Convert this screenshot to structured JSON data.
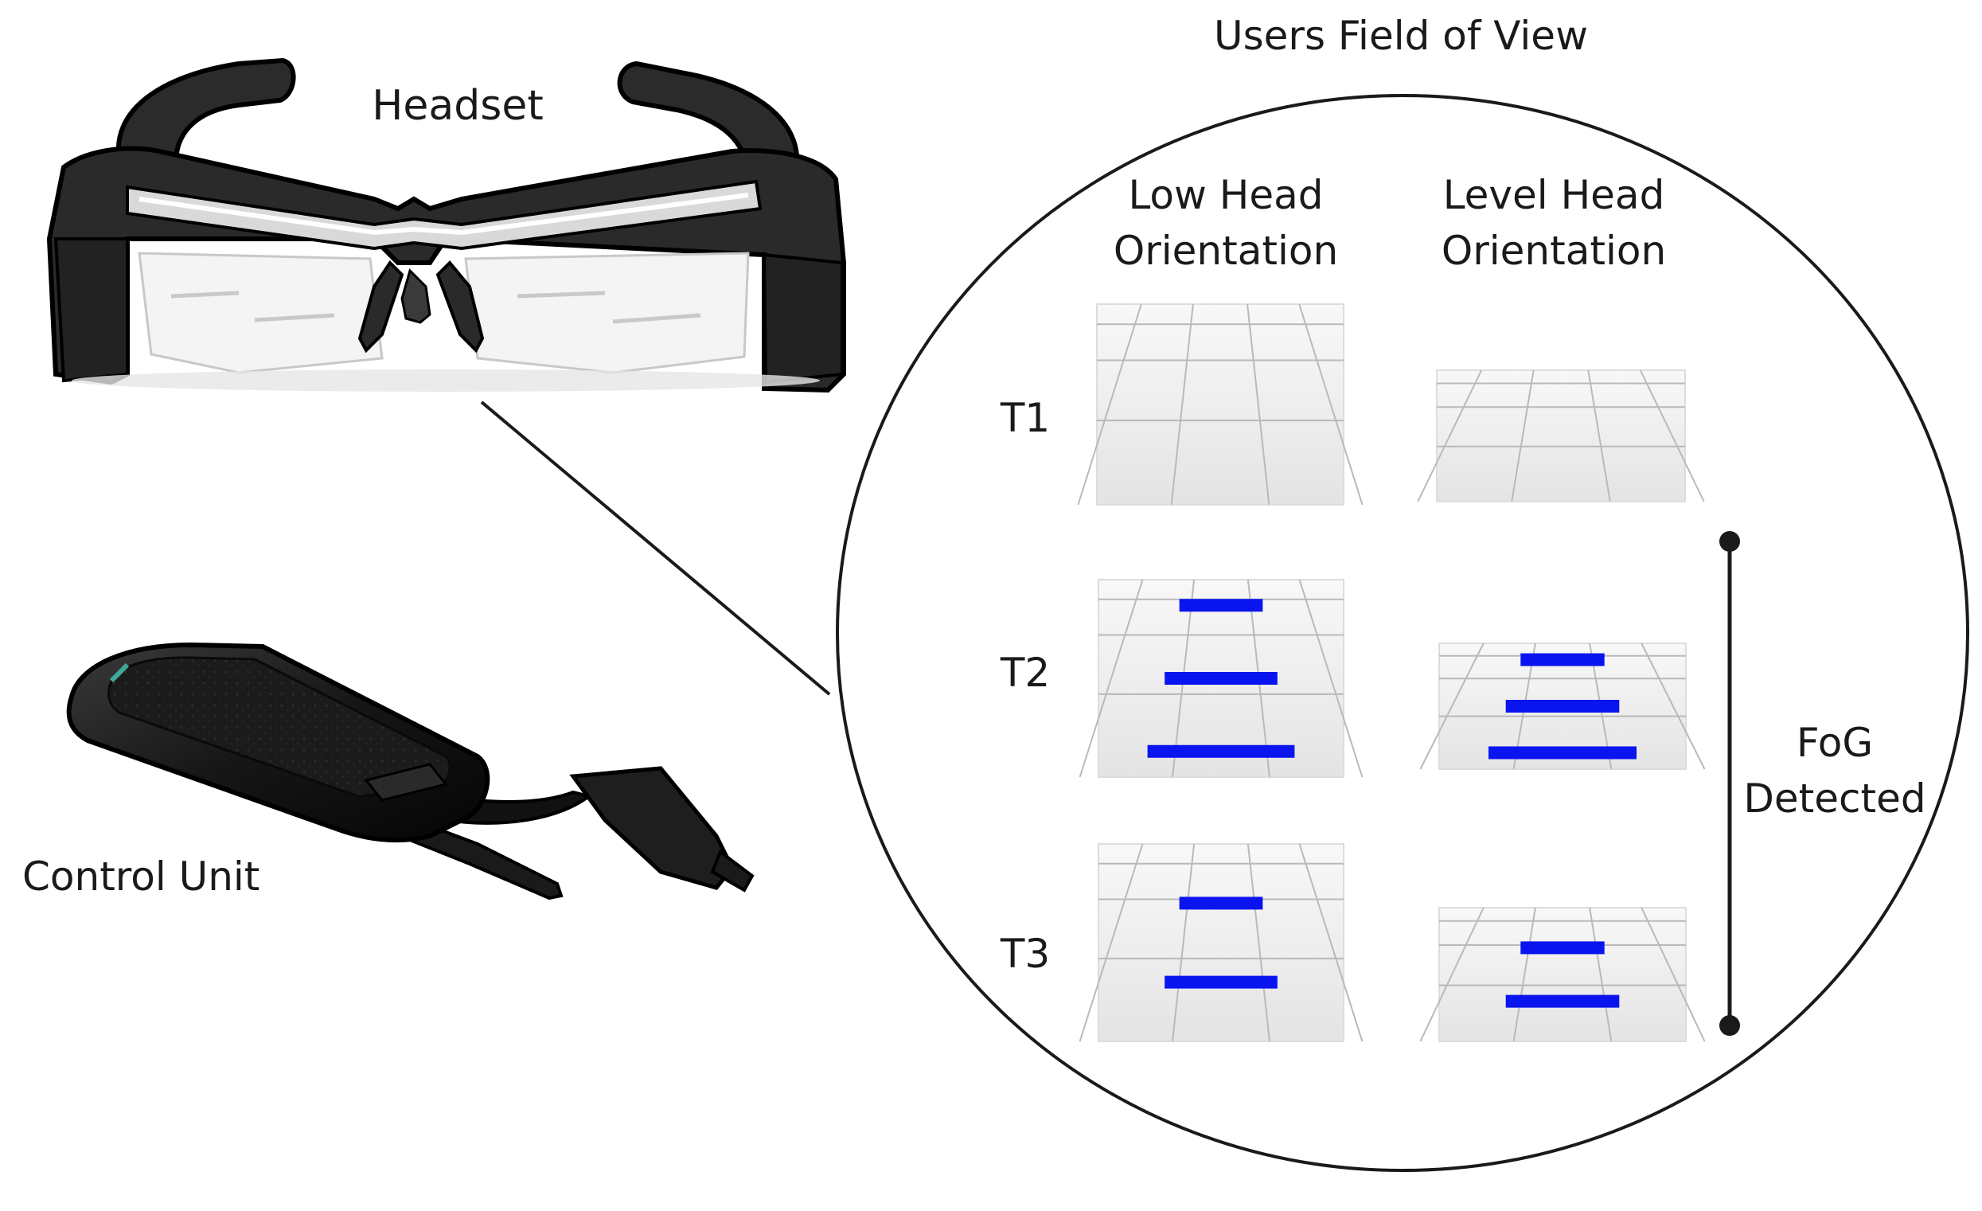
{
  "labels": {
    "headset": "Headset",
    "control_unit": "Control Unit",
    "fov_title": "Users Field of View",
    "col_low": [
      "Low Head",
      "Orientation"
    ],
    "col_level": [
      "Level Head",
      "Orientation"
    ],
    "fog": [
      "FoG",
      "Detected"
    ]
  },
  "rows": [
    {
      "label": "T1",
      "low_bars": 0,
      "level_bars": 0
    },
    {
      "label": "T2",
      "low_bars": 3,
      "level_bars": 3
    },
    {
      "label": "T3",
      "low_bars": 2,
      "level_bars": 2
    }
  ],
  "colors": {
    "bar": "#0a14ee",
    "grid_line": "#b9b9b9",
    "floor": "#ececec",
    "device": "#161616",
    "ink": "#1a1a1a"
  },
  "icons": {
    "headset": "ar-glasses-icon",
    "control_unit": "control-unit-device-icon"
  }
}
